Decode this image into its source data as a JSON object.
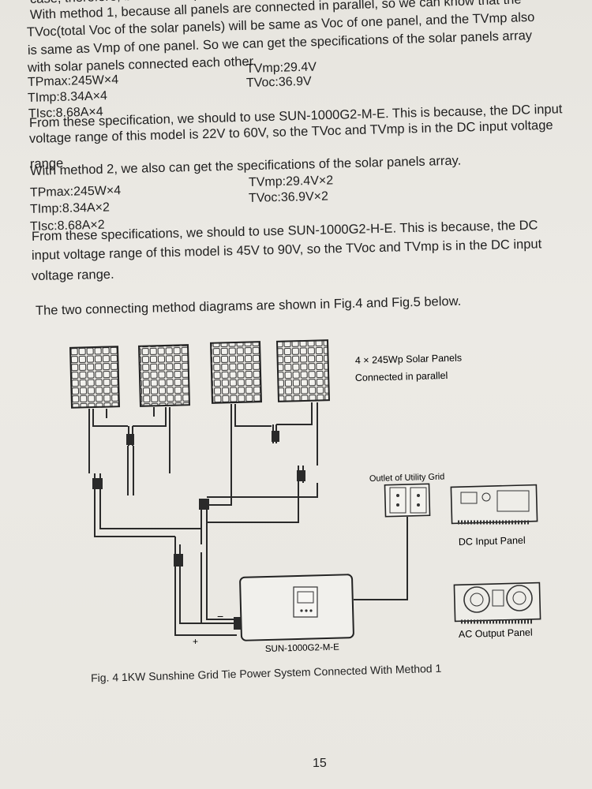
{
  "text": {
    "l0": "case, therefore, because all panels are connected in parallel, so we can know that the",
    "l1": "With method 1, because all panels are connected in parallel, so we can know that the",
    "l2": "TVoc(total Voc of the solar panels) will be same as Voc of one panel, and the TVmp also",
    "l3": "is same as Vmp of one panel. So we can get the specifications of the solar panels array",
    "l4": "with solar panels connected each other.",
    "m1_tpmax": "TPmax:245W×4",
    "m1_tvmp": "TVmp:29.4V",
    "m1_timp": "TImp:8.34A×4",
    "m1_tvoc": "TVoc:36.9V",
    "m1_tisc": "TIsc:8.68A×4",
    "l5": "From these specification, we should to use SUN-1000G2-M-E. This is because, the DC input",
    "l6": "voltage range of this model is 22V to 60V, so the TVoc and TVmp is in the DC input voltage",
    "l7": "range",
    "l8": "With method 2, we also can get the specifications of the solar panels array.",
    "m2_tpmax": "TPmax:245W×4",
    "m2_tvmp": "TVmp:29.4V×2",
    "m2_timp": "TImp:8.34A×2",
    "m2_tvoc": "TVoc:36.9V×2",
    "m2_tisc": "TIsc:8.68A×2",
    "l9": "From these specifications, we should to use SUN-1000G2-H-E. This is because, the DC",
    "l10": "input voltage range of this model is 45V to 90V, so the TVoc and TVmp is in the DC input",
    "l11": "voltage range.",
    "l12": "The two connecting method diagrams are shown in Fig.4 and Fig.5 below."
  },
  "figure": {
    "panels_label_1": "4 × 245Wp Solar Panels",
    "panels_label_2": "Connected in parallel",
    "outlet_label": "Outlet of Utility Grid",
    "dc_panel_label": "DC Input Panel",
    "ac_panel_label": "AC Output Panel",
    "inverter_label": "SUN-1000G2-M-E",
    "minus": "−",
    "plus": "+",
    "caption": "Fig. 4    1KW Sunshine Grid Tie Power System Connected With Method 1"
  },
  "page_number": "15"
}
